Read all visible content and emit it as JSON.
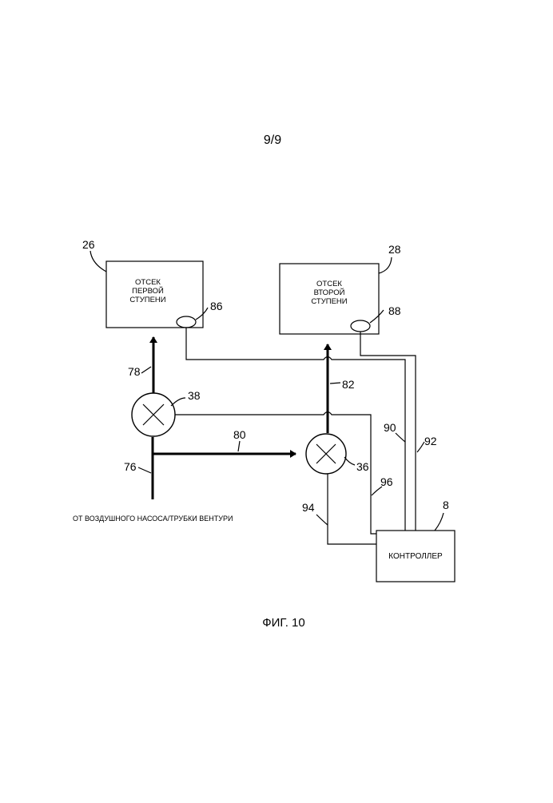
{
  "page": {
    "number": "9/9",
    "figure_caption": "ФИГ. 10"
  },
  "boxes": {
    "first_stage": {
      "ref": "26",
      "lines": [
        "ОТСЕК",
        "ПЕРВОЙ",
        "СТУПЕНИ"
      ]
    },
    "second_stage": {
      "ref": "28",
      "lines": [
        "ОТСЕК",
        "ВТОРОЙ",
        "СТУПЕНИ"
      ]
    },
    "controller": {
      "ref": "8",
      "label": "КОНТРОЛЛЕР"
    }
  },
  "sensors": {
    "first": {
      "ref": "86"
    },
    "second": {
      "ref": "88"
    }
  },
  "valves": {
    "first": {
      "ref": "38"
    },
    "second": {
      "ref": "36"
    }
  },
  "lines": {
    "inlet": {
      "ref": "76"
    },
    "to_first_stage": {
      "ref": "78"
    },
    "branch": {
      "ref": "80"
    },
    "to_second_stage": {
      "ref": "82"
    },
    "signal_90": {
      "ref": "90"
    },
    "signal_92": {
      "ref": "92"
    },
    "signal_94": {
      "ref": "94"
    },
    "signal_96": {
      "ref": "96"
    }
  },
  "source_label": "ОТ ВОЗДУШНОГО НАСОСА/ТРУБКИ ВЕНТУРИ"
}
